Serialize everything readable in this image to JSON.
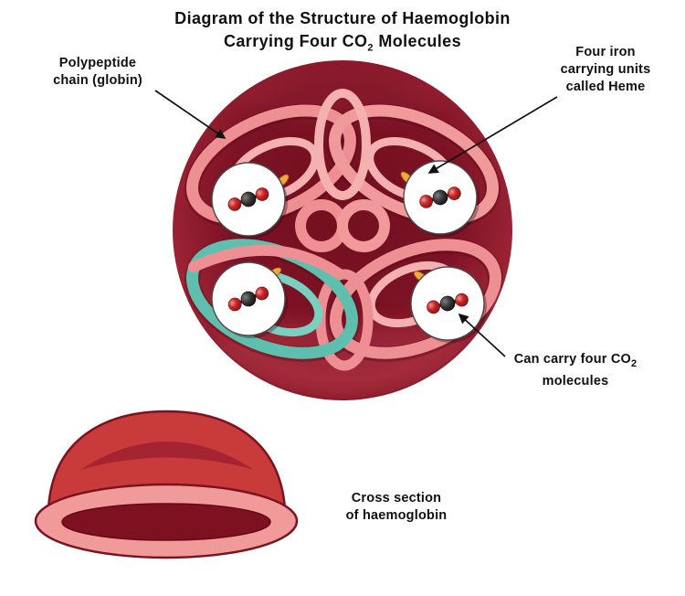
{
  "title": {
    "line1": "Diagram of the Structure of Haemoglobin",
    "line2_prefix": "Carrying Four CO",
    "line2_sub": "2",
    "line2_suffix": " Molecules"
  },
  "annotations": {
    "polypeptide": {
      "line1": "Polypeptide",
      "line2": "chain (globin)"
    },
    "heme": {
      "line1": "Four iron",
      "line2": "carrying units",
      "line3": "called Heme"
    },
    "co2_capacity": {
      "line1_prefix": "Can carry four CO",
      "line1_sub": "2",
      "line2": "molecules"
    },
    "cross_section": {
      "line1": "Cross section",
      "line2": "of haemoglobin"
    }
  },
  "colors": {
    "sphere_dark": "#6f0e1d",
    "sphere_mid": "#8c1728",
    "sphere_rim": "#a62b3c",
    "ribbon_pink": "#ee8f93",
    "ribbon_pink_light": "#f5b0b0",
    "ribbon_teal": "#5fbfae",
    "heme_yellow": "#f1a93c",
    "oxygen_red": "#c62828",
    "carbon_black": "#2e2e2e",
    "cell_red": "#c93a3a",
    "cell_cut_face": "#f19a9a",
    "cell_inner": "#7e1120"
  }
}
